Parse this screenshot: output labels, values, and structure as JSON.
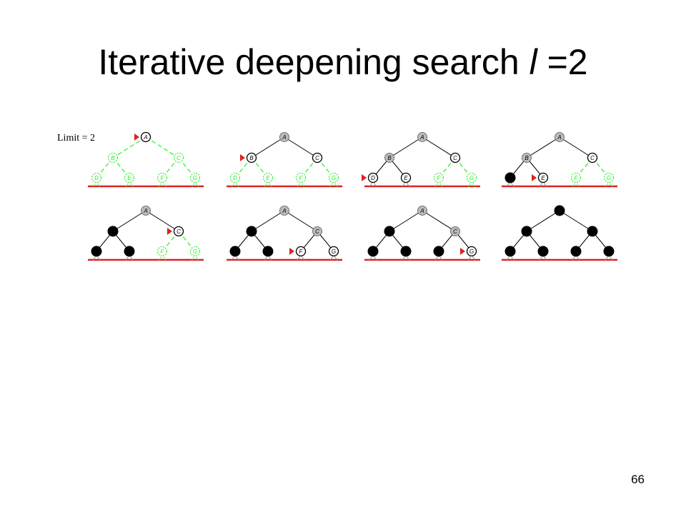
{
  "title": {
    "main": "Iterative deepening search ",
    "variable": "l",
    "suffix": " =2"
  },
  "page_number": "66",
  "limit_label": "Limit = 2",
  "colors": {
    "frontier": "#22ee22",
    "expanded": "#000000",
    "visited": "#bbbbbb",
    "current_node": "#ffffff",
    "arrow": "#dd2222",
    "baseline": "#dd2222"
  },
  "tree": {
    "nodes": [
      "A",
      "B",
      "C",
      "D",
      "E",
      "F",
      "G"
    ],
    "edges": [
      [
        "A",
        "B"
      ],
      [
        "A",
        "C"
      ],
      [
        "B",
        "D"
      ],
      [
        "B",
        "E"
      ],
      [
        "C",
        "F"
      ],
      [
        "C",
        "G"
      ]
    ]
  },
  "steps": [
    {
      "states": {
        "A": "current",
        "B": "frontier",
        "C": "frontier",
        "D": "frontier",
        "E": "frontier",
        "F": "frontier",
        "G": "frontier"
      },
      "pointer": "A"
    },
    {
      "states": {
        "A": "visited",
        "B": "current",
        "C": "current",
        "D": "frontier",
        "E": "frontier",
        "F": "frontier",
        "G": "frontier"
      },
      "pointer": "B"
    },
    {
      "states": {
        "A": "visited",
        "B": "visited",
        "C": "current",
        "D": "current",
        "E": "current",
        "F": "frontier",
        "G": "frontier"
      },
      "pointer": "D"
    },
    {
      "states": {
        "A": "visited",
        "B": "visited",
        "C": "current",
        "D": "expanded",
        "E": "current",
        "F": "frontier",
        "G": "frontier"
      },
      "pointer": "E"
    },
    {
      "states": {
        "A": "visited",
        "B": "expanded",
        "C": "current",
        "D": "expanded",
        "E": "expanded",
        "F": "frontier",
        "G": "frontier"
      },
      "pointer": "C"
    },
    {
      "states": {
        "A": "visited",
        "B": "expanded",
        "C": "visited",
        "D": "expanded",
        "E": "expanded",
        "F": "current",
        "G": "current"
      },
      "pointer": "F"
    },
    {
      "states": {
        "A": "visited",
        "B": "expanded",
        "C": "visited",
        "D": "expanded",
        "E": "expanded",
        "F": "expanded",
        "G": "current"
      },
      "pointer": "G"
    },
    {
      "states": {
        "A": "expanded",
        "B": "expanded",
        "C": "expanded",
        "D": "expanded",
        "E": "expanded",
        "F": "expanded",
        "G": "expanded"
      },
      "pointer": null
    }
  ]
}
